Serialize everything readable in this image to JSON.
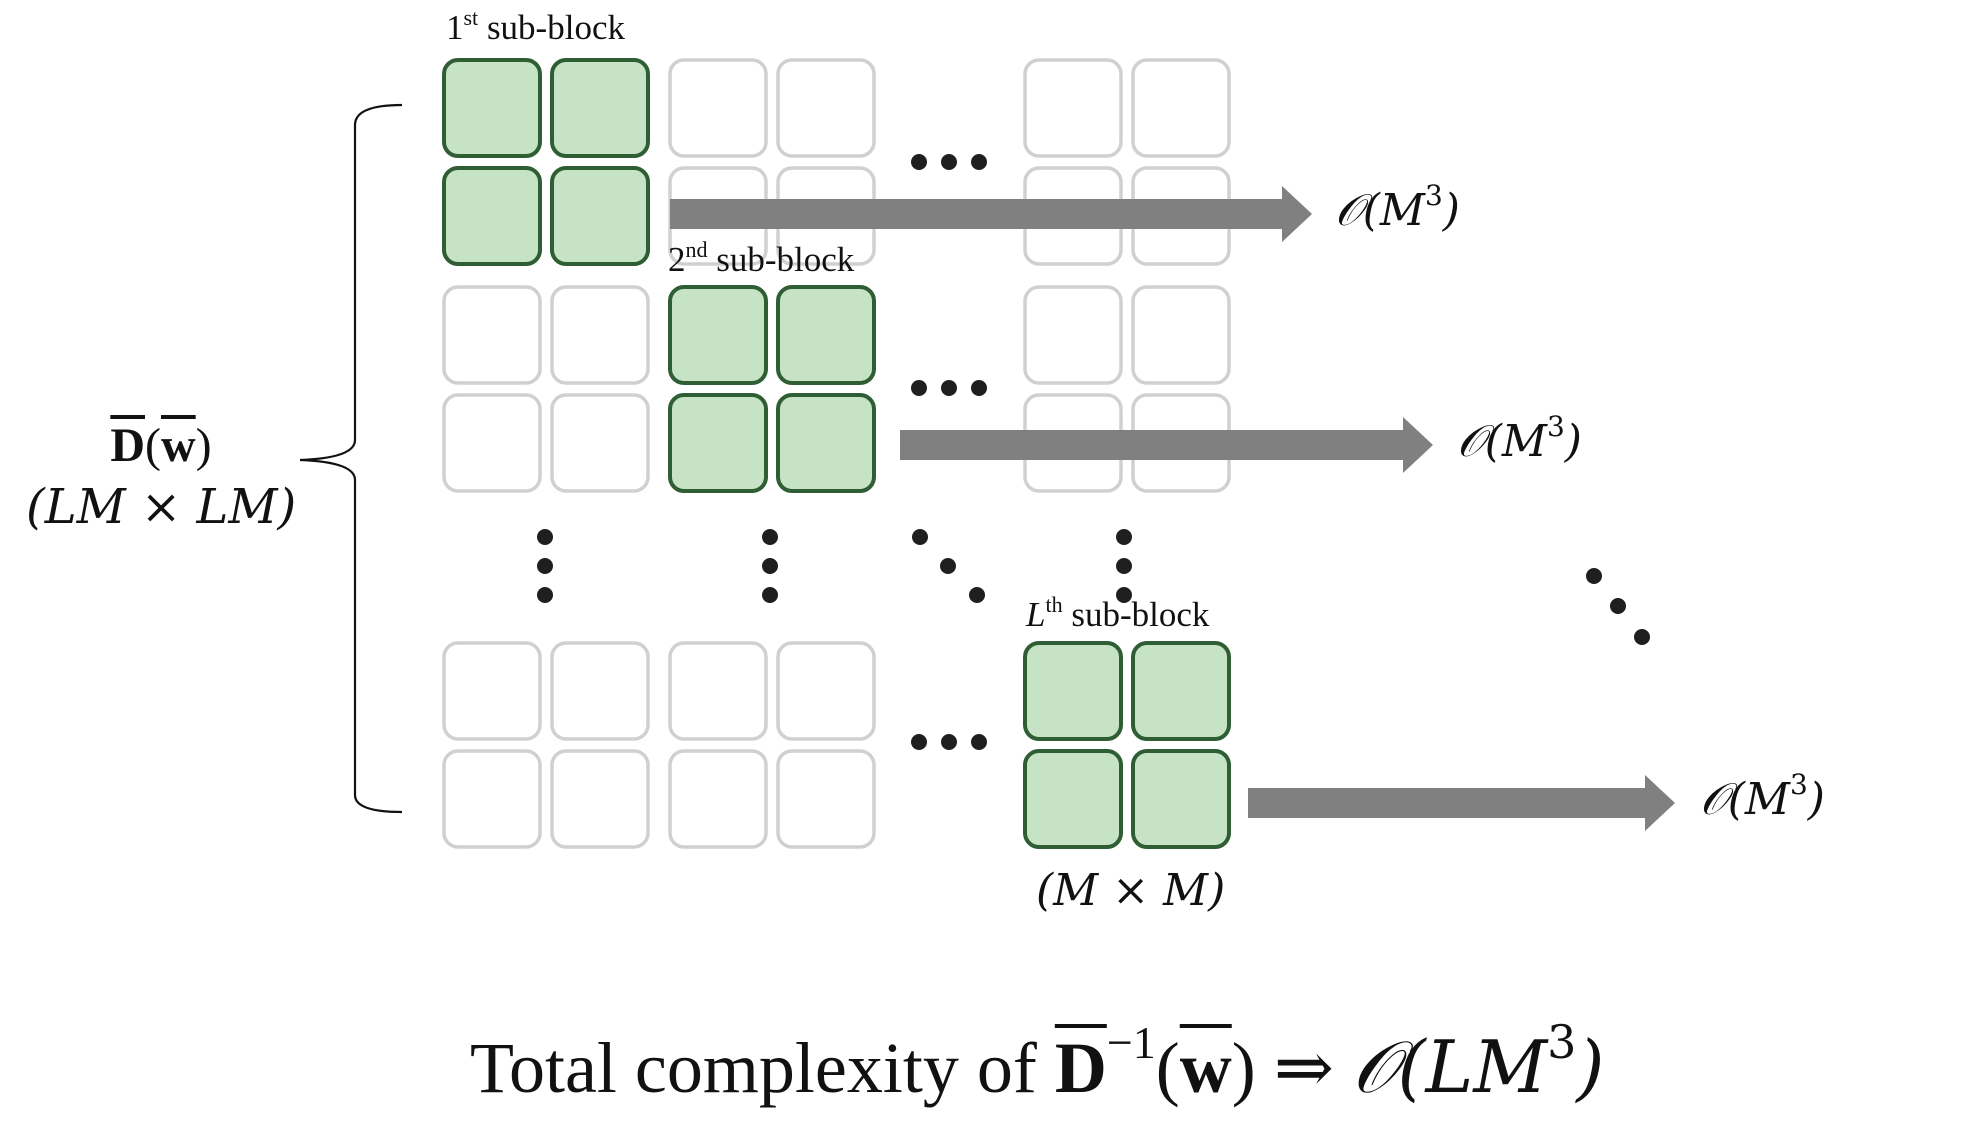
{
  "colors": {
    "cell_highlight_fill": "#c6e3c6",
    "cell_highlight_stroke": "#2f5e34",
    "cell_empty_stroke": "#d0d0d0",
    "arrow": "#808080",
    "dots": "#1f1f1f"
  },
  "sub_blocks": [
    {
      "index": "1",
      "suffix": "st",
      "text": "sub-block"
    },
    {
      "index": "2",
      "suffix": "nd",
      "text": "sub-block"
    },
    {
      "index": "L",
      "suffix": "th",
      "text": "sub-block"
    }
  ],
  "complexity": {
    "prefix": "𝒪(",
    "var": "M",
    "exp": "3",
    "suffix": ")"
  },
  "matrix_name": {
    "symbol": "D",
    "open": "(",
    "arg": "w",
    "close": ")",
    "size": "(LM × LM)"
  },
  "block_size": "(M × M)",
  "total": {
    "text": "Total complexity of ",
    "symbol": "D",
    "inv": "−1",
    "open": "(",
    "arg": "w",
    "close": ")",
    "implies": " ⇒ ",
    "result_prefix": "𝒪(",
    "result_var": "LM",
    "result_exp": "3",
    "result_suffix": ")"
  }
}
